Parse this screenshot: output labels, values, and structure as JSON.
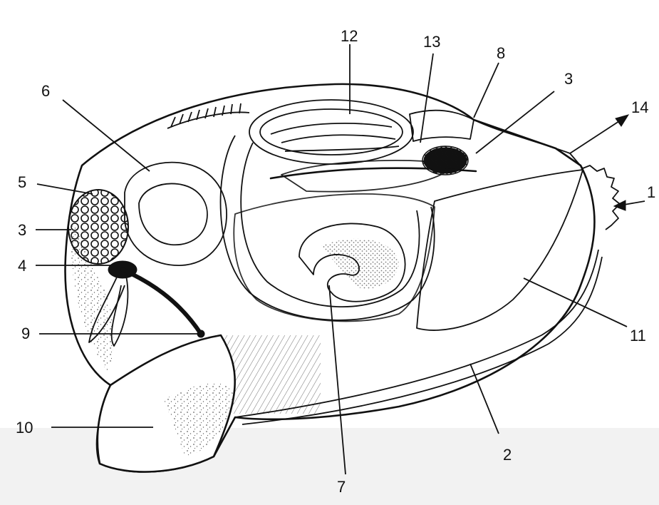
{
  "diagram": {
    "callouts": [
      {
        "id": "c12",
        "text": "12"
      },
      {
        "id": "c13",
        "text": "13"
      },
      {
        "id": "c8",
        "text": "8"
      },
      {
        "id": "c3a",
        "text": "3"
      },
      {
        "id": "c14",
        "text": "14"
      },
      {
        "id": "c1",
        "text": "1"
      },
      {
        "id": "c6",
        "text": "6"
      },
      {
        "id": "c5",
        "text": "5"
      },
      {
        "id": "c3b",
        "text": "3"
      },
      {
        "id": "c4",
        "text": "4"
      },
      {
        "id": "c9",
        "text": "9"
      },
      {
        "id": "c10",
        "text": "10"
      },
      {
        "id": "c2",
        "text": "2"
      },
      {
        "id": "c7",
        "text": "7"
      },
      {
        "id": "c11",
        "text": "11"
      }
    ]
  }
}
